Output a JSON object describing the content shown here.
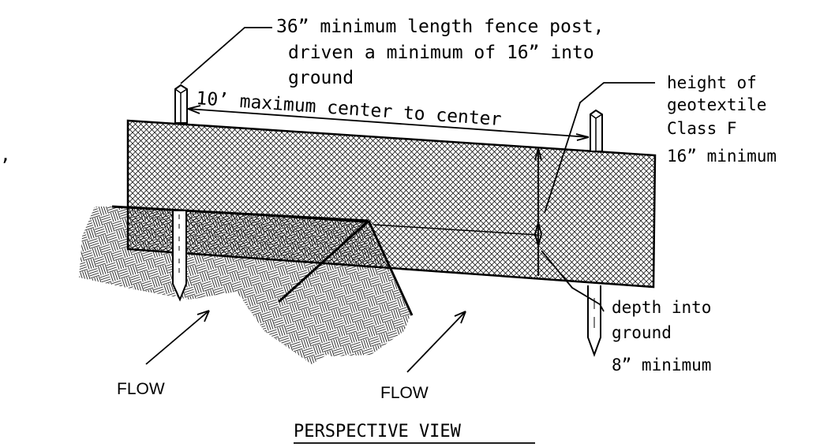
{
  "title": "PERSPECTIVE VIEW",
  "labels": {
    "fence_post": [
      "36” minimum length fence post,",
      "driven a minimum of 16” into",
      "ground"
    ],
    "spacing": "10’ maximum center to center",
    "geotextile_height": [
      "height of",
      "geotextile",
      "Class F",
      "16” minimum"
    ],
    "depth": [
      "depth into",
      "ground",
      "8” minimum"
    ],
    "flow_left": "FLOW",
    "flow_right": "FLOW",
    "edge_mark": ","
  },
  "colors": {
    "line": "#000000",
    "background": "#ffffff"
  }
}
